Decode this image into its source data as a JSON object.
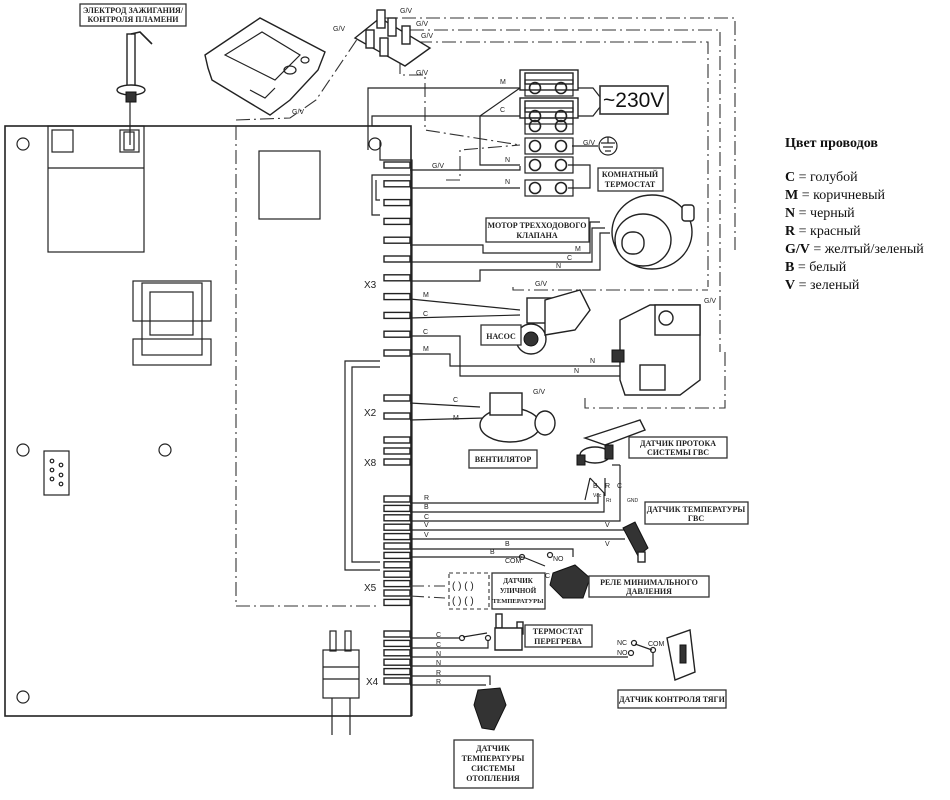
{
  "labels": {
    "ignition_electrode": [
      "ЭЛЕКТРОД ЗАЖИГАНИЯ/",
      "КОНТРОЛЯ ПЛАМЕНИ"
    ],
    "power": "~230V",
    "room_thermostat": [
      "КОМНАТНЫЙ",
      "ТЕРМОСТАТ"
    ],
    "three_way_valve_motor": [
      "МОТОР ТРЕХХОДОВОГО",
      "КЛАПАНА"
    ],
    "pump": "НАСОС",
    "fan": "ВЕНТИЛЯТОР",
    "dhw_flow_sensor": [
      "ДАТЧИК ПРОТОКА",
      "СИСТЕМЫ ГВС"
    ],
    "dhw_temp_sensor": [
      "ДАТЧИК ТЕМПЕРАТУРЫ",
      "ГВС"
    ],
    "min_pressure_relay": [
      "РЕЛЕ МИНИМАЛЬНОГО",
      "ДАВЛЕНИЯ"
    ],
    "outdoor_temp_sensor": [
      "ДАТЧИК",
      "УЛИЧНОЙ",
      "ТЕМПЕРАТУРЫ"
    ],
    "overheat_thermostat": [
      "ТЕРМОСТАТ",
      "ПЕРЕГРЕВА"
    ],
    "draft_sensor": "ДАТЧИК КОНТРОЛЯ ТЯГИ",
    "heating_temp_sensor": [
      "ДАТЧИК",
      "ТЕМПЕРАТУРЫ",
      "СИСТЕМЫ",
      "ОТОПЛЕНИЯ"
    ]
  },
  "connectors": {
    "x3": "X3",
    "x2": "X2",
    "x8": "X8",
    "x5": "X5",
    "x4": "X4"
  },
  "wire_codes": {
    "gv": "G/V",
    "m": "M",
    "c": "C",
    "n": "N",
    "r": "R",
    "b": "B",
    "v": "V",
    "vcc": "Vcc",
    "rt": "Rt",
    "gnd": "GND",
    "com": "COM",
    "no": "NO",
    "nc": "NC"
  },
  "legend": {
    "title": "Цвет проводов",
    "items": [
      {
        "code": "C",
        "color": "голубой"
      },
      {
        "code": "M",
        "color": "коричневый"
      },
      {
        "code": "N",
        "color": "черный"
      },
      {
        "code": "R",
        "color": "красный"
      },
      {
        "code": "G/V",
        "color": "желтый/зеленый"
      },
      {
        "code": "B",
        "color": "белый"
      },
      {
        "code": "V",
        "color": "зеленый"
      }
    ]
  }
}
